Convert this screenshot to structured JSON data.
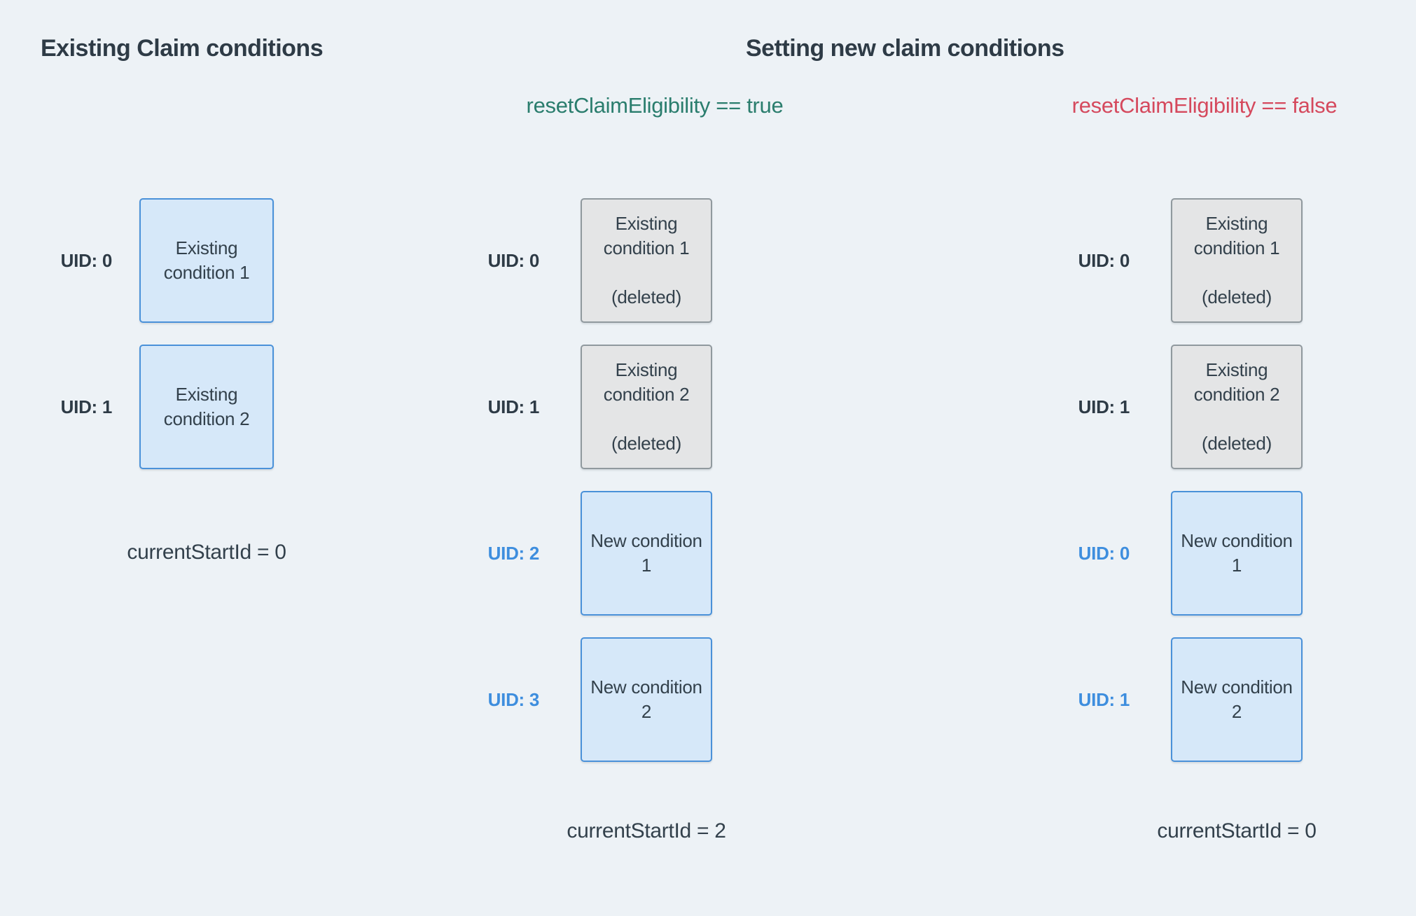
{
  "colors": {
    "background": "#edf2f6",
    "heading_text": "#2e3b46",
    "body_text": "#33414c",
    "uid_dark": "#2e3b46",
    "uid_blue": "#3e8ede",
    "blue_box_fill": "#d6e8f9",
    "blue_box_border": "#4a91d9",
    "gray_box_fill": "#e4e5e6",
    "gray_box_border": "#90999e",
    "true_label_color": "#2a7d6d",
    "false_label_color": "#d5495d"
  },
  "headings": {
    "left": "Existing Claim conditions",
    "right": "Setting new claim conditions"
  },
  "scenario_labels": {
    "true_case": "resetClaimEligibility == true",
    "false_case": "resetClaimEligibility == false"
  },
  "existing_column": {
    "rows": [
      {
        "uid": "UID: 0",
        "line1": "Existing",
        "line2": "condition 1"
      },
      {
        "uid": "UID: 1",
        "line1": "Existing",
        "line2": "condition 2"
      }
    ],
    "footer": "currentStartId = 0"
  },
  "reset_true_column": {
    "rows": [
      {
        "uid": "UID: 0",
        "line1": "Existing",
        "line2": "condition 1",
        "note": "(deleted)"
      },
      {
        "uid": "UID: 1",
        "line1": "Existing",
        "line2": "condition 2",
        "note": "(deleted)"
      },
      {
        "uid": "UID: 2",
        "line1": "New condition",
        "line2": "1"
      },
      {
        "uid": "UID: 3",
        "line1": "New condition",
        "line2": "2"
      }
    ],
    "footer": "currentStartId = 2"
  },
  "reset_false_column": {
    "rows": [
      {
        "uid": "UID: 0",
        "line1": "Existing",
        "line2": "condition 1",
        "note": "(deleted)"
      },
      {
        "uid": "UID: 1",
        "line1": "Existing",
        "line2": "condition 2",
        "note": "(deleted)"
      },
      {
        "uid": "UID: 0",
        "line1": "New condition",
        "line2": "1"
      },
      {
        "uid": "UID: 1",
        "line1": "New condition",
        "line2": "2"
      }
    ],
    "footer": "currentStartId = 0"
  }
}
